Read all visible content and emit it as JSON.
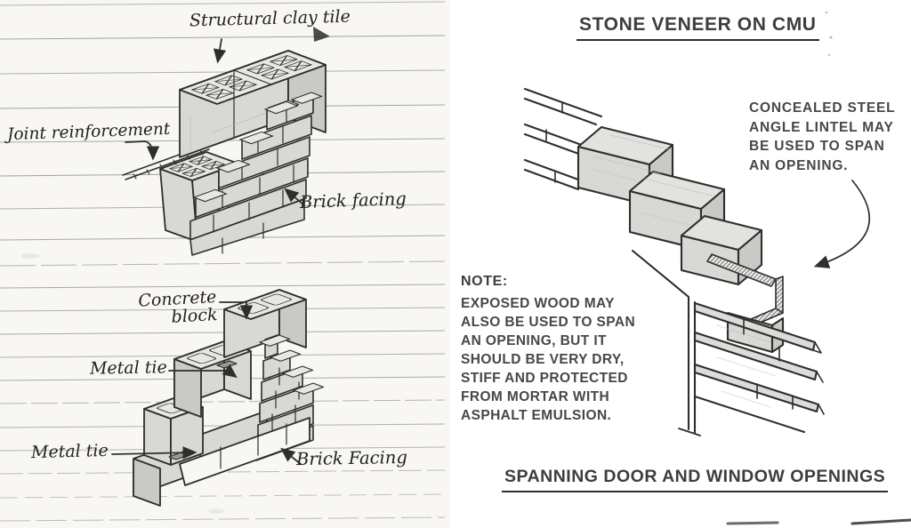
{
  "left_page": {
    "figure_top": {
      "structural_clay_tile": "Structural clay tile",
      "joint_reinforcement": "Joint reinforcement",
      "brick_facing": "Brick facing"
    },
    "figure_bottom": {
      "concrete_block": "Concrete\nblock",
      "metal_tie_upper": "Metal tie",
      "metal_tie_lower": "Metal tie",
      "brick_facing": "Brick Facing"
    }
  },
  "right_page": {
    "heading": "STONE VENEER ON CMU",
    "lintel_callout": "CONCEALED STEEL\nANGLE LINTEL MAY\nBE USED TO SPAN\nAN OPENING.",
    "note_label": "NOTE:",
    "note_body": "EXPOSED WOOD MAY\nALSO BE USED TO SPAN\nAN OPENING, BUT IT\nSHOULD BE VERY DRY,\nSTIFF AND PROTECTED\nFROM MORTAR WITH\nASPHALT EMULSION.",
    "footer_heading": "SPANNING DOOR AND WINDOW OPENINGS"
  },
  "colors": {
    "ink": "#2e2e2e",
    "block_fill": "#d8d8d4",
    "block_fill_light": "#e7e7e3",
    "block_fill_dark": "#c9c9c5",
    "ruled_line": "#7f7f7f",
    "paper_left": "#f8f7f3",
    "paper_right": "#ffffff"
  }
}
